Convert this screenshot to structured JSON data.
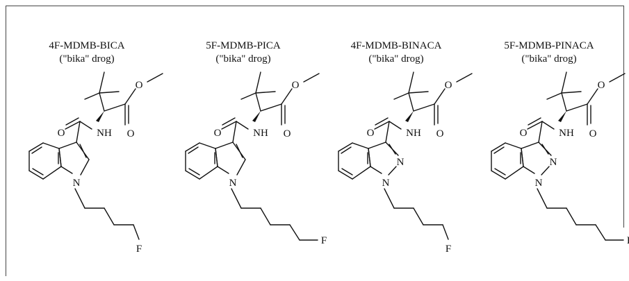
{
  "compounds": [
    {
      "name": "4F-MDMB-BICA",
      "subtitle": "(\"bika\" drog)",
      "core": "indole",
      "chain_length": 4
    },
    {
      "name": "5F-MDMB-PICA",
      "subtitle": "(\"bika\" drog)",
      "core": "indole",
      "chain_length": 5
    },
    {
      "name": "4F-MDMB-BINACA",
      "subtitle": "(\"bika\" drog)",
      "core": "indazole",
      "chain_length": 4
    },
    {
      "name": "5F-MDMB-PINACA",
      "subtitle": "(\"bika\" drog)",
      "core": "indazole",
      "chain_length": 5
    }
  ],
  "atoms": {
    "oxygen": "O",
    "amide_nh": "NH",
    "nitrogen": "N",
    "fluorine": "F"
  }
}
